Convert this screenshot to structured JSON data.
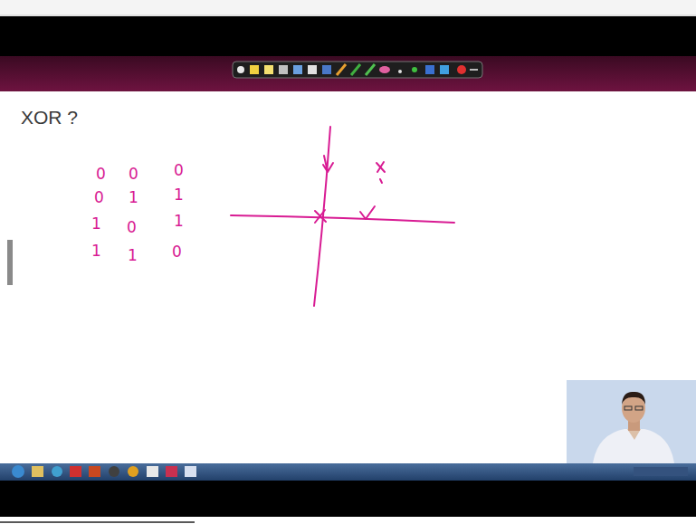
{
  "diagram": {
    "title": "XOR ?",
    "labels": [
      "0",
      "0",
      "0",
      "0",
      "1",
      "1",
      "1",
      "0",
      "1",
      "1",
      "1",
      "0"
    ]
  }
}
